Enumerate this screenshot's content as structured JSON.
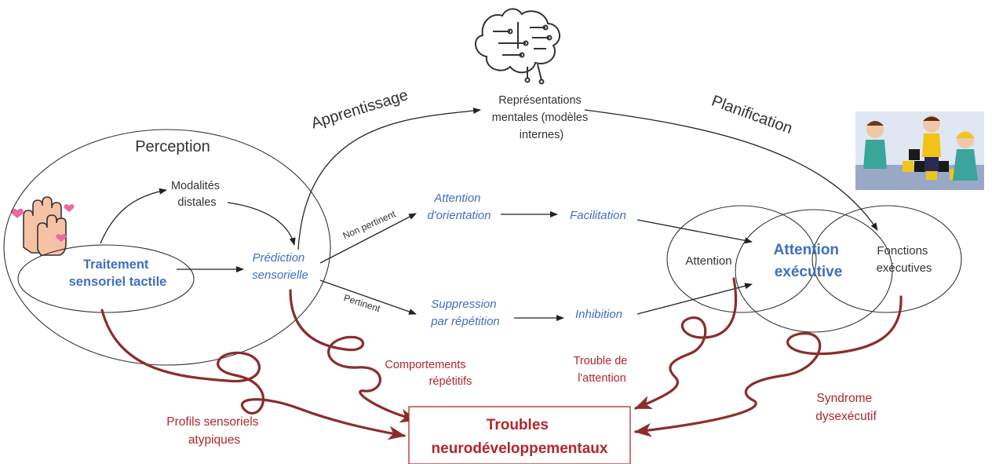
{
  "perception": {
    "title": "Perception"
  },
  "modalites": {
    "line1": "Modalités",
    "line2": "distales"
  },
  "traitement": {
    "line1": "Traitement",
    "line2": "sensoriel tactile"
  },
  "prediction": {
    "line1": "Prédiction",
    "line2": "sensorielle"
  },
  "apprentissage": {
    "label": "Apprentissage"
  },
  "planification": {
    "label": "Planification"
  },
  "representations": {
    "line1": "Représentations",
    "line2": "mentales (modèles",
    "line3": "internes)"
  },
  "non_pertinent": {
    "label": "Non pertinent"
  },
  "pertinent": {
    "label": "Pertinent"
  },
  "attention_orientation": {
    "line1": "Attention",
    "line2": "d'orientation"
  },
  "facilitation": {
    "label": "Facilitation"
  },
  "suppression": {
    "line1": "Suppression",
    "line2": "par répétition"
  },
  "inhibition": {
    "label": "Inhibition"
  },
  "attention": {
    "label": "Attention"
  },
  "attention_executive": {
    "line1": "Attention",
    "line2": "exécutive"
  },
  "fonctions": {
    "line1": "Fonctions",
    "line2": "exécutives"
  },
  "comportements": {
    "line1": "Comportements",
    "line2": "répétitifs"
  },
  "trouble_attention": {
    "line1": "Trouble de",
    "line2": "l'attention"
  },
  "profils": {
    "line1": "Profils sensoriels",
    "line2": "atypiques"
  },
  "syndrome": {
    "line1": "Syndrome",
    "line2": "dysexécutif"
  },
  "troubles": {
    "line1": "Troubles",
    "line2": "neurodéveloppementaux"
  },
  "colors": {
    "blue": "#3f6fbe",
    "red": "#b3262b",
    "arrow_red": "#8b2d2d"
  },
  "icons": [
    "brain-circuit-icon",
    "hands-hearts-icon",
    "children-playing-image"
  ]
}
